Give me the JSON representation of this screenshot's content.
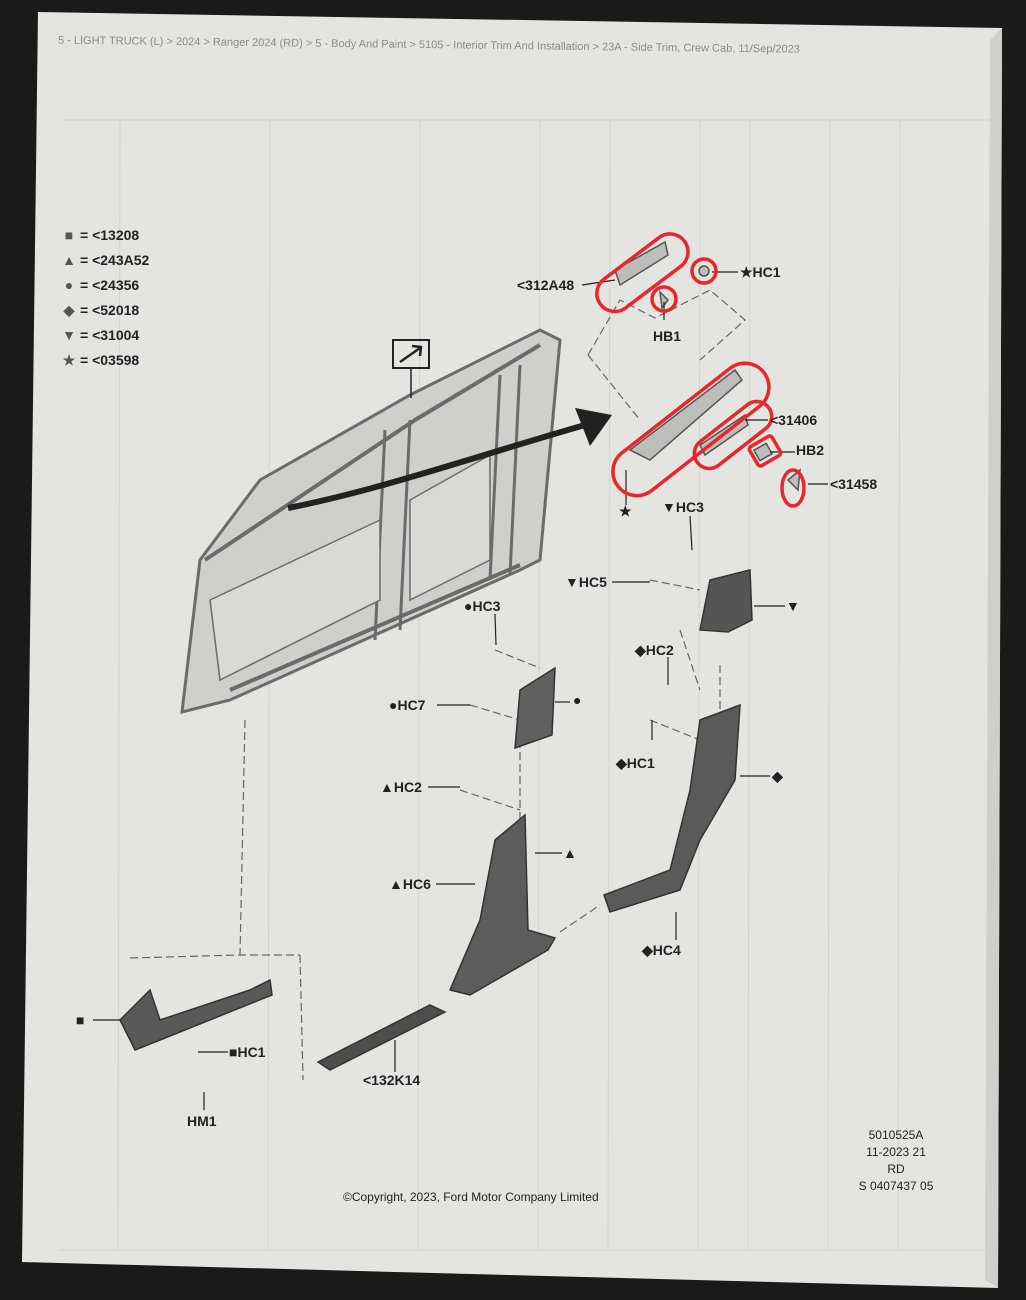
{
  "header_line": "5 - LIGHT TRUCK (L) > 2024 > Ranger 2024 (RD) > 5 - Body And Paint > 5105 - Interior Trim And Installation > 23A - Side Trim, Crew Cab, 11/Sep/2023",
  "legend": [
    {
      "symbol": "■",
      "text": "= <13208"
    },
    {
      "symbol": "▲",
      "text": "= <243A52"
    },
    {
      "symbol": "●",
      "text": "= <24356"
    },
    {
      "symbol": "◆",
      "text": "= <52018"
    },
    {
      "symbol": "▼",
      "text": "= <31004"
    },
    {
      "symbol": "★",
      "text": "= <03598"
    }
  ],
  "callouts": {
    "c312a48": "<312A48",
    "hc1_top": "★HC1",
    "hb1": "HB1",
    "c31406": "<31406",
    "hb2": "HB2",
    "c31458": "<31458",
    "hc3_right": "▼HC3",
    "hc5": "▼HC5",
    "hc3_mid": "●HC3",
    "hc2_right": "◆HC2",
    "hc7": "●HC7",
    "hc1_right": "◆HC1",
    "hc2_left": "▲HC2",
    "hc6": "▲HC6",
    "hc4": "◆HC4",
    "hc1_bottom": "■HC1",
    "hm1": "HM1",
    "c132k14": "<132K14",
    "star_bottom": "★",
    "tri_down_right": "▼",
    "circle_mid": "●",
    "diamond_right": "◆",
    "tri_mid": "▲",
    "square_left": "■"
  },
  "footer": {
    "illustration_number": "5010525A",
    "date_code": "11-2023 21",
    "market": "RD",
    "part_code": "S 0407437 05",
    "copyright": "©Copyright, 2023, Ford Motor Company Limited"
  },
  "colors": {
    "paper": "#e6e6e3",
    "ink": "#222222",
    "highlight": "#e8262c",
    "binder": "#151515"
  }
}
